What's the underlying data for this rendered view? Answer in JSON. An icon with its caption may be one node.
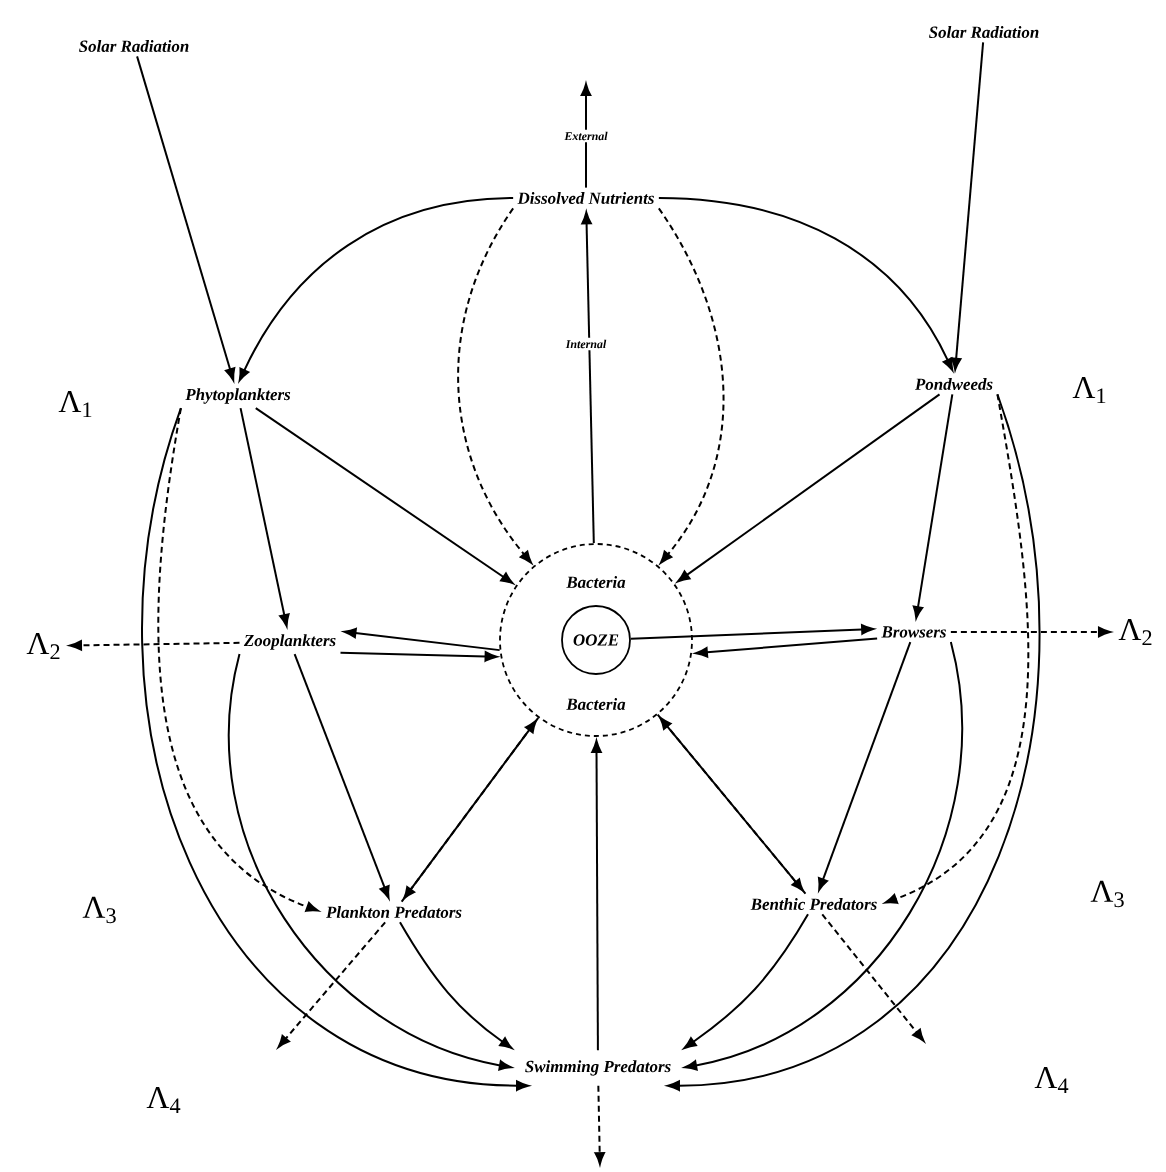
{
  "diagram": {
    "nodes": [
      {
        "text": [
          "Solar Radiation"
        ]
      },
      {
        "text": [
          "Solar Radiation"
        ]
      },
      {
        "text": [
          "Dissolved Nutrients"
        ]
      },
      {
        "text": [
          "Phytoplankters"
        ]
      },
      {
        "text": [
          "Pondweeds"
        ]
      },
      {
        "text": [
          "Bacteria",
          "Bacteria"
        ]
      },
      {
        "text": [
          "OOZE"
        ],
        "in": 5
      },
      {
        "text": [
          "Zooplankters"
        ]
      },
      {
        "text": [
          "Browsers"
        ]
      },
      {
        "text": [
          "Λ$_{2}$"
        ]
      },
      {
        "text": [
          "Λ$_{2}$"
        ]
      },
      {
        "text": [
          "Plankton Predators"
        ]
      },
      {
        "text": [
          "Benthic Predators"
        ]
      },
      {
        "text": [
          "Swimming Predators"
        ]
      }
    ],
    "edges": [
      {
        "from": 0,
        "to": 3,
        "arrow": "to"
      },
      {
        "from": 1,
        "to": 4,
        "arrow": "to"
      },
      {
        "from": 2,
        "to": null,
        "arrow": "to",
        "label": "External"
      },
      {
        "from": 5,
        "to": 2,
        "arrow": "to",
        "label": "Internal"
      },
      {
        "from": 2,
        "to": 3,
        "arrow": "to"
      },
      {
        "from": 2,
        "to": 4,
        "arrow": "to"
      },
      {
        "from": 2,
        "to": 5,
        "arrow": "to",
        "style": "dashed"
      },
      {
        "from": 2,
        "to": 5,
        "arrow": "to",
        "style": "dashed"
      },
      {
        "from": 3,
        "to": 5,
        "arrow": "to"
      },
      {
        "from": 4,
        "to": 5,
        "arrow": "to"
      },
      {
        "from": 3,
        "to": 7,
        "arrow": "to"
      },
      {
        "from": 4,
        "to": 8,
        "arrow": "to"
      },
      {
        "from": 5,
        "to": 7,
        "arrow": "to"
      },
      {
        "from": 7,
        "to": 5,
        "arrow": "to"
      },
      {
        "from": 6,
        "to": 8,
        "arrow": "to"
      },
      {
        "from": 8,
        "to": 5,
        "arrow": "to"
      },
      {
        "from": 7,
        "to": 9,
        "arrow": "to",
        "style": "dashed"
      },
      {
        "from": 8,
        "to": 10,
        "arrow": "to",
        "style": "dashed"
      },
      {
        "from": 3,
        "to": 11,
        "arrow": "to",
        "style": "dashed"
      },
      {
        "from": 4,
        "to": 12,
        "arrow": "to",
        "style": "dashed"
      },
      {
        "from": 3,
        "to": 13,
        "arrow": "to"
      },
      {
        "from": 7,
        "to": 13,
        "arrow": "to"
      },
      {
        "from": 4,
        "to": 13,
        "arrow": "to"
      },
      {
        "from": 8,
        "to": 13,
        "arrow": "to"
      },
      {
        "from": 7,
        "to": 11,
        "arrow": "to"
      },
      {
        "from": 8,
        "to": 12,
        "arrow": "to"
      },
      {
        "from": 5,
        "to": 11,
        "arrow": "to",
        "style": "dashed"
      },
      {
        "from": 5,
        "to": 12,
        "arrow": "to",
        "style": "dashed"
      },
      {
        "from": 11,
        "to": 5,
        "arrow": "to"
      },
      {
        "from": 12,
        "to": 5,
        "arrow": "to"
      },
      {
        "from": 13,
        "to": 5,
        "arrow": "to"
      },
      {
        "from": 11,
        "to": 13,
        "arrow": "to"
      },
      {
        "from": 12,
        "to": 13,
        "arrow": "to"
      },
      {
        "from": 11,
        "to": null,
        "arrow": "to",
        "style": "dashed"
      },
      {
        "from": 12,
        "to": null,
        "arrow": "to",
        "style": "dashed"
      },
      {
        "from": 13,
        "to": null,
        "arrow": "to",
        "style": "dashed"
      }
    ],
    "labels": [
      "Λ$_{1}$",
      "Λ$_{1}$",
      "Λ$_{3}$",
      "Λ$_{3}$",
      "Λ$_{4}$",
      "Λ$_{4}$"
    ]
  }
}
